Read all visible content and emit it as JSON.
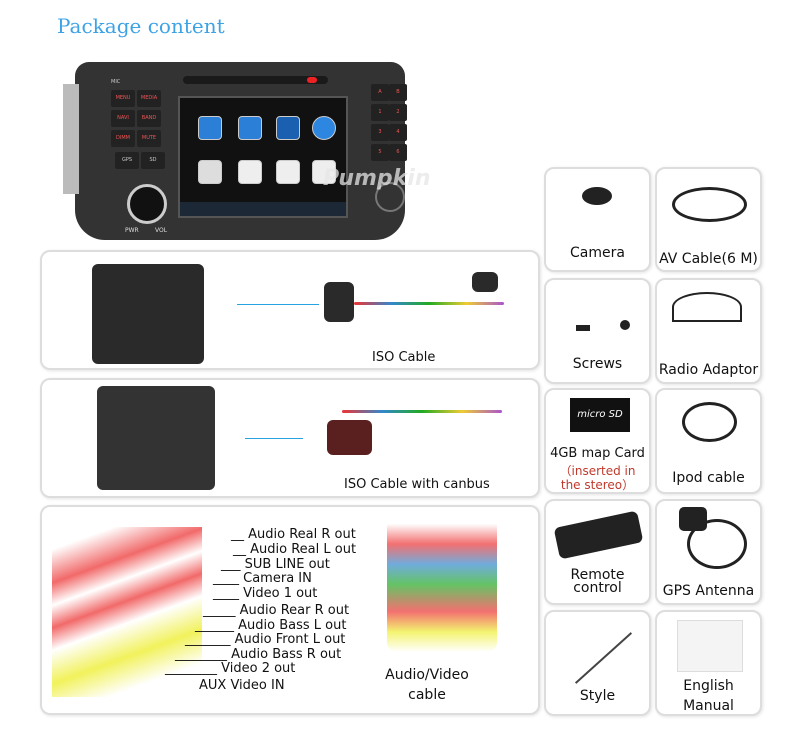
{
  "title": "Package content",
  "head_unit": {
    "buttons_left": [
      "MENU",
      "MEDIA",
      "NAVI",
      "BAND",
      "DIMM",
      "MUTE",
      "GPS",
      "SD"
    ],
    "buttons_right": [
      "A",
      "B",
      "1",
      "2",
      "3",
      "4",
      "5",
      "6"
    ],
    "knob_labels": [
      "PWR",
      "VOL"
    ],
    "mic_label": "MIC",
    "watermark": "Pumpkin"
  },
  "left_items": {
    "iso_cable": "ISO Cable",
    "iso_canbus": "ISO Cable with canbus",
    "av_cable": {
      "label_line1": "Audio/Video",
      "label_line2": "cable",
      "outputs": [
        "Audio Real R out",
        "Audio Real L out",
        "SUB LINE out",
        "Camera IN",
        "Video 1 out",
        "Audio Rear R out",
        "Audio Bass L  out",
        "Audio Front L   out",
        "Audio Bass R  out",
        "Video 2  out",
        "AUX Video IN"
      ]
    }
  },
  "right_items": [
    {
      "label": "Camera"
    },
    {
      "label": "AV Cable(6 M)"
    },
    {
      "label": "Screws"
    },
    {
      "label": "Radio Adaptor"
    },
    {
      "label": "4GB map Card",
      "note_line1": "（inserted in",
      "note_line2": "the stereo）",
      "card_text": "micro SD"
    },
    {
      "label": "Ipod cable"
    },
    {
      "label": "Remote",
      "label2": "control"
    },
    {
      "label": "GPS Antenna"
    },
    {
      "label": "Style"
    },
    {
      "label": "English",
      "label2": "Manual"
    }
  ],
  "colors": {
    "title": "#3ea3e6",
    "note": "#c0392b",
    "connector_line": "#29a3e0"
  }
}
